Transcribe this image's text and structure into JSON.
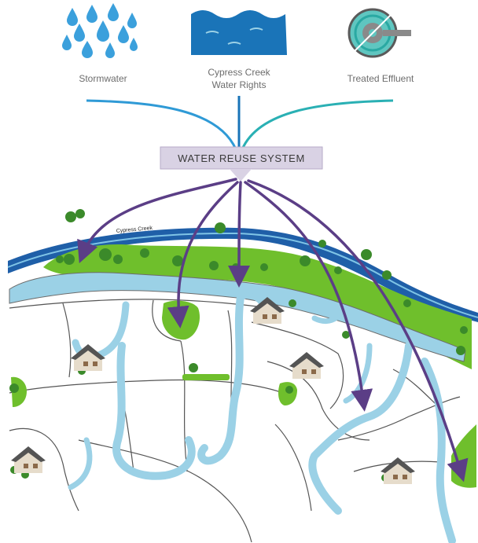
{
  "sources": [
    {
      "id": "stormwater",
      "lines": [
        "Stormwater"
      ],
      "icon": "raindrops-icon"
    },
    {
      "id": "water-rights",
      "lines": [
        "Cypress Creek",
        "Water Rights"
      ],
      "icon": "water-waves-icon"
    },
    {
      "id": "effluent",
      "lines": [
        "Treated Effluent"
      ],
      "icon": "treatment-plant-icon"
    }
  ],
  "system": {
    "label": "WATER REUSE SYSTEM"
  },
  "creek": {
    "label": "Cypress Creek"
  },
  "colors": {
    "source_blue": "#1a74b8",
    "drop_blue": "#3ba0dc",
    "feed_line_blue": "#2f9ad6",
    "feed_line_teal": "#2ab0b4",
    "arrow_purple": "#5b3e86",
    "system_box": "#d9d2e4",
    "creek_dark": "#1f5fa8",
    "water_light": "#9bd1e6",
    "green": "#6fbf2c",
    "tree_green": "#3b8a2a",
    "effluent_teal": "#2aa9a3"
  }
}
